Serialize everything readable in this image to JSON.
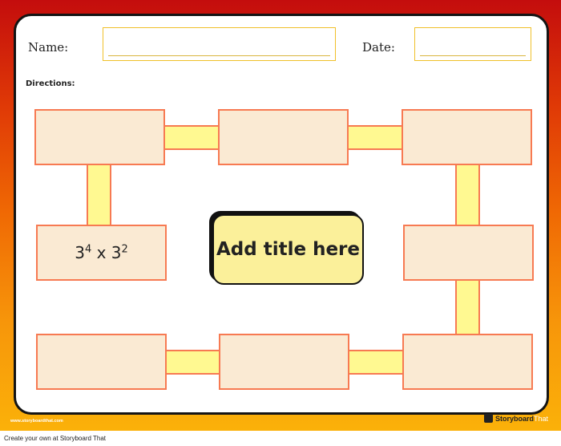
{
  "header": {
    "name_label": "Name:",
    "date_label": "Date:",
    "name_value": "",
    "date_value": ""
  },
  "directions_label": "Directions:",
  "center": {
    "title": "Add title here"
  },
  "boxes": [
    {
      "id": "top-left",
      "text": ""
    },
    {
      "id": "top-middle",
      "text": ""
    },
    {
      "id": "top-right",
      "text": ""
    },
    {
      "id": "middle-left",
      "base": "3",
      "exp": "4",
      "op": "x",
      "base2": "3",
      "exp2": "2"
    },
    {
      "id": "middle-right",
      "text": ""
    },
    {
      "id": "bottom-left",
      "text": ""
    },
    {
      "id": "bottom-middle",
      "text": ""
    },
    {
      "id": "bottom-right",
      "text": ""
    }
  ],
  "footer": {
    "website": "www.storyboardthat.com",
    "brand_name": "Storyboard",
    "brand_suffix": "That",
    "credit": "Create your own at Storyboard That"
  },
  "colors": {
    "box_fill": "#faead3",
    "box_border": "#f77a52",
    "connector_fill": "#fff991",
    "title_fill": "#fbf09a"
  }
}
